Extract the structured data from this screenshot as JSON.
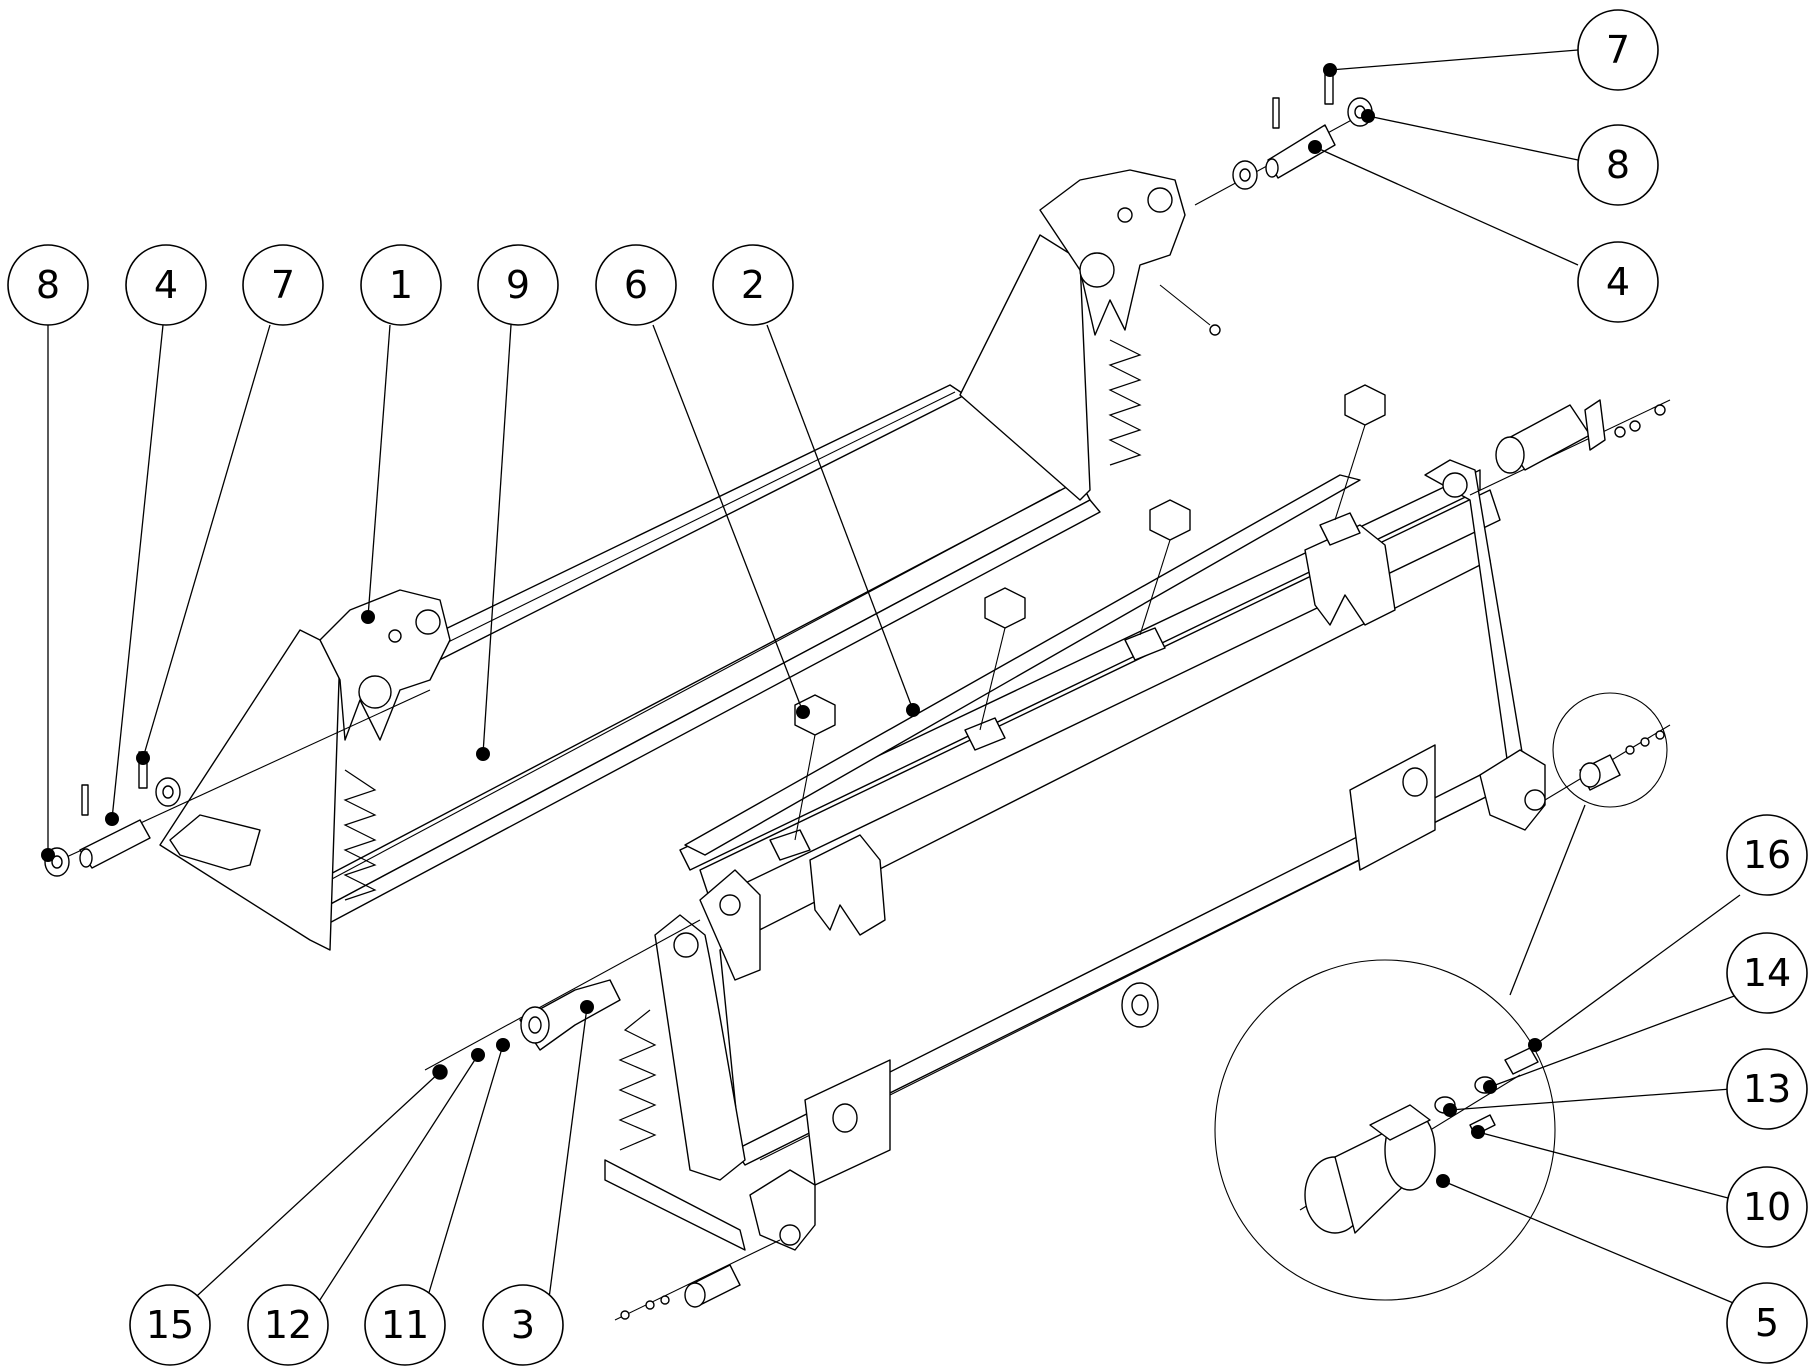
{
  "diagram": {
    "callouts": [
      {
        "label": "8"
      },
      {
        "label": "4"
      },
      {
        "label": "7"
      },
      {
        "label": "1"
      },
      {
        "label": "9"
      },
      {
        "label": "6"
      },
      {
        "label": "2"
      },
      {
        "label": "7"
      },
      {
        "label": "8"
      },
      {
        "label": "4"
      },
      {
        "label": "16"
      },
      {
        "label": "14"
      },
      {
        "label": "13"
      },
      {
        "label": "10"
      },
      {
        "label": "5"
      },
      {
        "label": "15"
      },
      {
        "label": "12"
      },
      {
        "label": "11"
      },
      {
        "label": "3"
      }
    ]
  }
}
